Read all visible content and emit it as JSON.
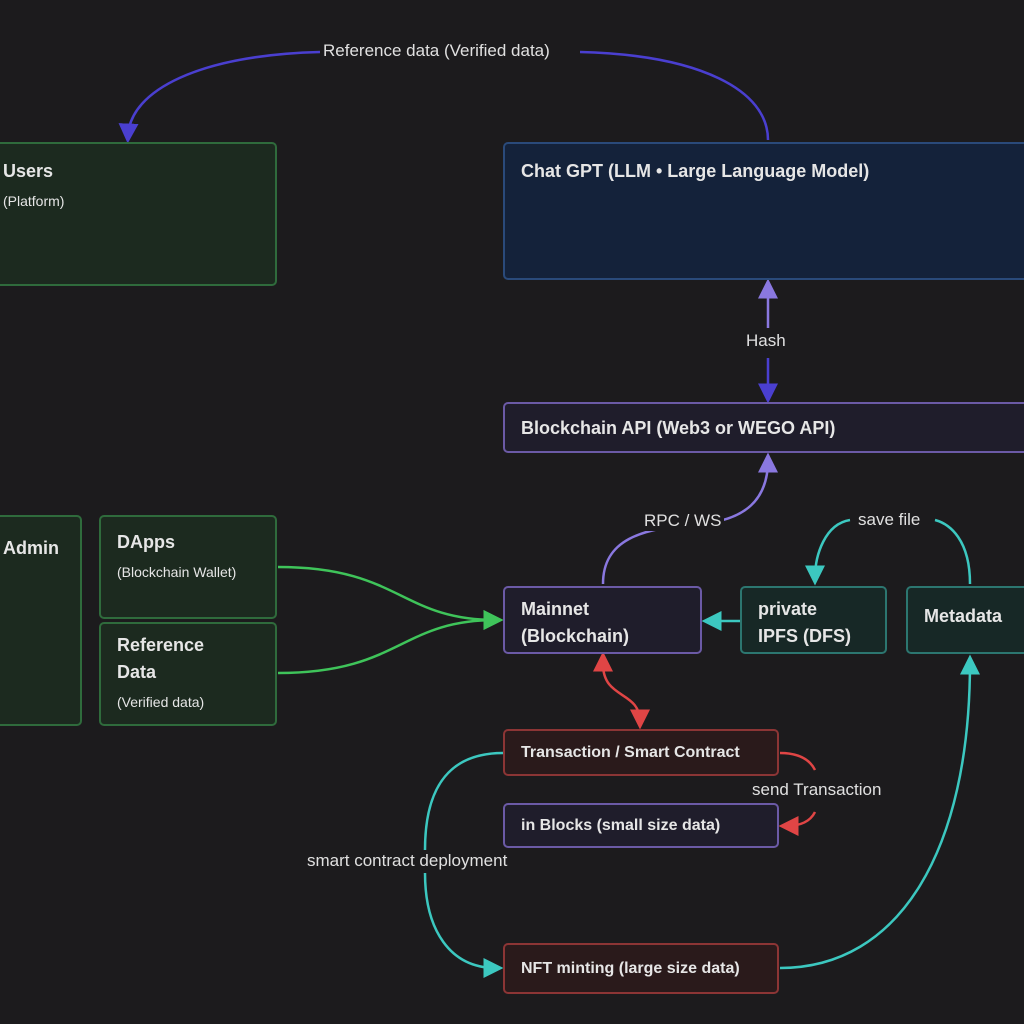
{
  "edges": {
    "reference_top": "Reference data (Verified data)",
    "hash": "Hash",
    "rpc": "RPC / WS",
    "save_file": "save file",
    "send_tx": "send Transaction",
    "deploy": "smart contract deployment"
  },
  "nodes": {
    "users": {
      "title": "Users",
      "sub": "(Platform)"
    },
    "chatgpt": {
      "title": "Chat GPT (LLM • Large Language Model)"
    },
    "api": {
      "title": "Blockchain API (Web3 or WEGO API)"
    },
    "admin": {
      "title": "Admin"
    },
    "dapps": {
      "title": "DApps",
      "sub": "(Blockchain Wallet)"
    },
    "refdata": {
      "title": "Reference Data",
      "sub": "(Verified data)"
    },
    "mainnet": {
      "title": "Mainnet (Blockchain)"
    },
    "ipfs": {
      "title": "private IPFS (DFS)"
    },
    "metadata": {
      "title": "Metadata"
    },
    "tx": {
      "title": "Transaction / Smart Contract"
    },
    "blocks": {
      "title": "in Blocks (small size data)"
    },
    "nft": {
      "title": "NFT minting (large size data)"
    }
  },
  "colors": {
    "green": "#3fc45a",
    "purple": "#7b6ad6",
    "blue": "#4a3fd0",
    "teal": "#3cc8c0",
    "red": "#e04545"
  }
}
